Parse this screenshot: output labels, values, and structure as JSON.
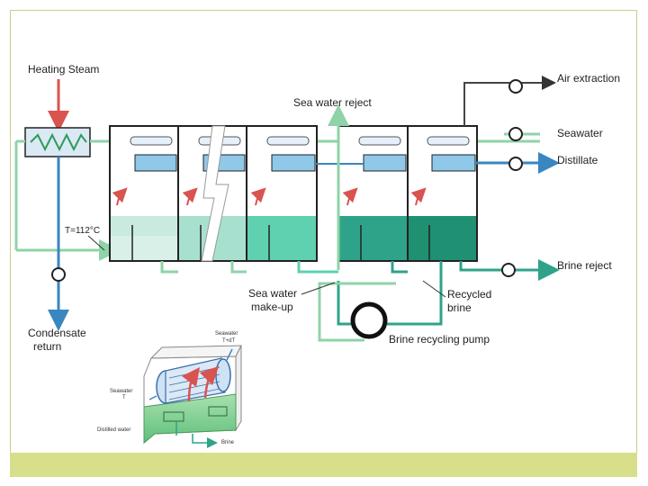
{
  "labels": {
    "heating_steam": "Heating Steam",
    "sea_water_reject": "Sea water reject",
    "air_extraction": "Air extraction",
    "seawater": "Seawater",
    "distillate": "Distillate",
    "brine_reject": "Brine reject",
    "temperature": "T=112°C",
    "sea_water_makeup_1": "Sea water",
    "sea_water_makeup_2": "make-up",
    "recycled_brine_1": "Recycled",
    "recycled_brine_2": "brine",
    "brine_recycling_pump": "Brine recycling pump",
    "condensate_return_1": "Condensate",
    "condensate_return_2": "return"
  },
  "inset": {
    "seawater_out_1": "Seawater",
    "seawater_out_2": "T+dT",
    "seawater_in_1": "Seawater",
    "seawater_in_2": "T",
    "distilled_water": "Distilled water",
    "brine": "Brine"
  },
  "colors": {
    "steam": "#d9534f",
    "seawater_line": "#8fd3a8",
    "distillate_line": "#4a8fc4",
    "brine_line": "#2fa38a",
    "stage_outline": "#222222",
    "footer": "#d7df8a"
  }
}
